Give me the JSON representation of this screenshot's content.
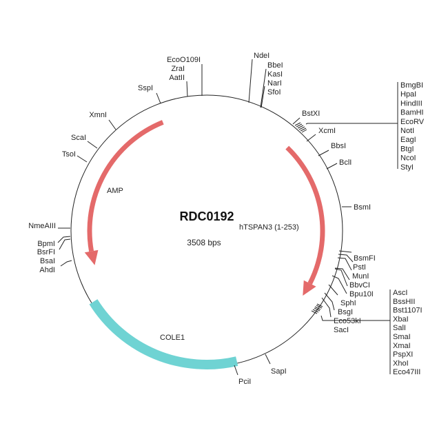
{
  "plasmid": {
    "name": "RDC0192",
    "size": "3508 bps"
  },
  "features": {
    "amp": {
      "label": "AMP",
      "color": "#e46a6a"
    },
    "htspan3": {
      "label": "hTSPAN3 (1-253)",
      "color": "#e46a6a"
    },
    "cole1": {
      "label": "COLE1",
      "color": "#6fd3d3"
    }
  },
  "sites": {
    "ecoo109i": "EcoO109I",
    "zrai": "ZraI",
    "aatii": "AatII",
    "sspi": "SspI",
    "ndei": "NdeI",
    "bbei": "BbeI",
    "kasi": "KasI",
    "nari": "NarI",
    "sfoi": "SfoI",
    "bstxi": "BstXI",
    "xcmi": "XcmI",
    "bbsi": "BbsI",
    "bcli": "BclI",
    "bsmi": "BsmI",
    "bsmfi": "BsmFI",
    "psti": "PstI",
    "muni": "MunI",
    "bbvci": "BbvCI",
    "bpu10i": "Bpu10I",
    "sphi": "SphI",
    "bsgi": "BsgI",
    "eco53ki": "Eco53kI",
    "saci": "SacI",
    "sapi": "SapI",
    "pcii": "PciI",
    "xmni": "XmnI",
    "scai": "ScaI",
    "tsoi": "TsoI",
    "nmeaiii": "NmeAIII",
    "bpmi": "BpmI",
    "bsrfi": "BsrFI",
    "bsai": "BsaI",
    "ahdi": "AhdI"
  },
  "mcs1": [
    "BmgBI",
    "HpaI",
    "HindIII",
    "BamHI",
    "EcoRV",
    "NotI",
    "EagI",
    "BtgI",
    "NcoI",
    "StyI"
  ],
  "mcs2": [
    "AscI",
    "BssHII",
    "Bst1107I",
    "XbaI",
    "SalI",
    "SmaI",
    "XmaI",
    "PspXI",
    "XhoI",
    "Eco47III"
  ]
}
